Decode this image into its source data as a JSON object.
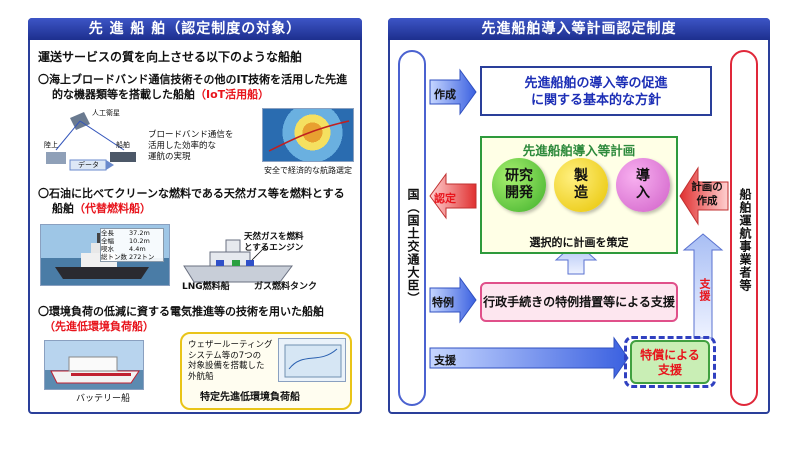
{
  "left": {
    "header": "先 進 船 舶（認定制度の対象）",
    "intro": "運送サービスの質を向上させる以下のような船舶",
    "item1": {
      "line1": "〇海上ブロードバンド通信技術その他のIT技術を活用した先進",
      "line2_pre": "的な機器類等を搭載した船舶",
      "line2_red": "（IoT活用船）"
    },
    "diagram1": {
      "satellite": "人工衛星",
      "land": "陸上",
      "data": "データ",
      "ship": "船舶"
    },
    "item1_note": [
      "ブロードバンド通信を",
      "活用した効率的な",
      "運航の実現"
    ],
    "item1_map_caption": "安全で経済的な航路選定",
    "item2": {
      "line1": "〇石油に比べてクリーンな燃料である天然ガス等を燃料とする",
      "line2_pre": "船舶",
      "line2_red": "（代替燃料船）"
    },
    "spec_table": [
      [
        "全長",
        "37.2m"
      ],
      [
        "全幅",
        "10.2m"
      ],
      [
        "喫水",
        "4.4m"
      ],
      [
        "総トン数",
        "272トン"
      ]
    ],
    "engine_label": [
      "天然ガスを燃料",
      "とするエンジン"
    ],
    "lng_label": "LNG燃料船",
    "gas_tank_label": "ガス燃料タンク",
    "item3": {
      "line1": "〇環境負荷の低減に資する電気推進等の技術を用いた船舶",
      "line2_red": "（先進低環境負荷船）"
    },
    "battery_label": "バッテリー船",
    "callout_text": [
      "ウェザールーティング",
      "システム等の7つの",
      "対象設備を搭載した",
      "外航船"
    ],
    "callout_red": "特定先進低環境負荷船"
  },
  "right": {
    "header": "先進船舶導入等計画認定制度",
    "left_pill": "国（国土交通大臣）",
    "right_pill": "船舶運航事業者等",
    "create_label": "作成",
    "policy_lines": [
      "先進船舶の導入等の促進",
      "に関する基本的な方針"
    ],
    "approve_label": "認定",
    "plan_title": "先進船舶導入等計画",
    "circles": [
      "研究開発",
      "製造",
      "導入"
    ],
    "plan_note": "選択的に計画を策定",
    "plan_creation_lines": [
      "計画の",
      "作成"
    ],
    "exception_label": "特例",
    "exception_box": "行政手続きの特例措置等による支援",
    "support_vertical": "支援",
    "support_label": "支援",
    "green_box_lines": [
      "特償による",
      "支援"
    ]
  }
}
